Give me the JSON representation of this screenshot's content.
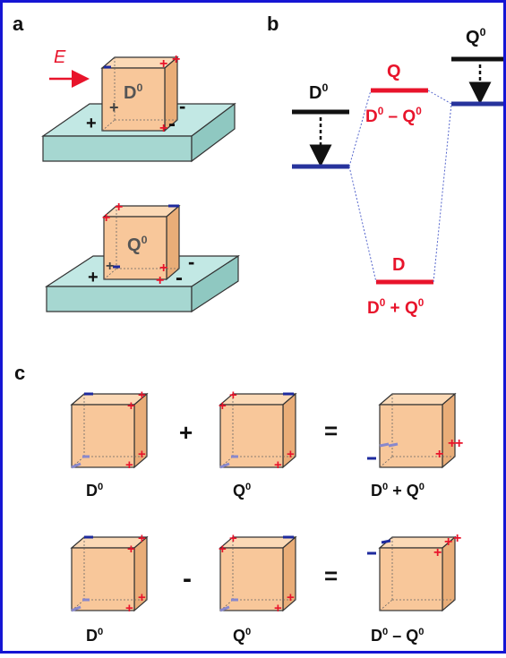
{
  "colors": {
    "border": "#1515d4",
    "cube_face": "#f8c79a",
    "cube_top": "#fbd9b6",
    "cube_side": "#e9ad78",
    "plate_top": "#c2e8e4",
    "plate_front": "#a6d7d1",
    "plate_side": "#8fc8c1",
    "charge_red": "#e8142b",
    "charge_blue": "#1d2a9e",
    "level_black": "#111111",
    "level_blue": "#27339c",
    "level_red": "#e8142b",
    "connector": "#5566cc"
  },
  "panel_a": {
    "label": "a",
    "field_label": "E",
    "top_cube_label": "D",
    "top_cube_sup": "0",
    "bottom_cube_label": "Q",
    "bottom_cube_sup": "0",
    "plus": "+",
    "minus": "-"
  },
  "panel_b": {
    "label": "b",
    "levels": {
      "d0": {
        "base": "D",
        "sup": "0"
      },
      "q0": {
        "base": "Q",
        "sup": "0"
      },
      "q_mode": {
        "name": "Q",
        "sub_base1": "D",
        "sup1": "0",
        "op": " – ",
        "sub_base2": "Q",
        "sup2": "0"
      },
      "d_mode": {
        "name": "D",
        "sub_base1": "D",
        "sup1": "0",
        "op": " + ",
        "sub_base2": "Q",
        "sup2": "0"
      }
    }
  },
  "panel_c": {
    "label": "c",
    "row1": {
      "op": "+",
      "eq": "=",
      "label1": {
        "base": "D",
        "sup": "0"
      },
      "label2": {
        "base": "Q",
        "sup": "0"
      },
      "label3": {
        "b1": "D",
        "s1": "0",
        "op": " + ",
        "b2": "Q",
        "s2": "0"
      }
    },
    "row2": {
      "op": "-",
      "eq": "=",
      "label1": {
        "base": "D",
        "sup": "0"
      },
      "label2": {
        "base": "Q",
        "sup": "0"
      },
      "label3": {
        "b1": "D",
        "s1": "0",
        "op": " – ",
        "b2": "Q",
        "s2": "0"
      }
    }
  }
}
